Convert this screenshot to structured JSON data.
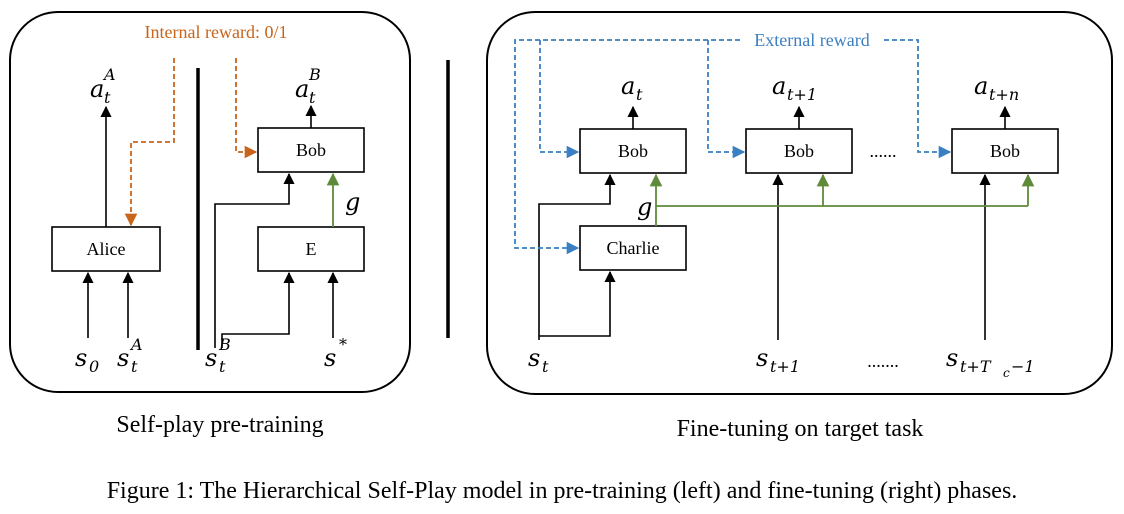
{
  "figure_caption": "Figure 1: The Hierarchical Self-Play model in pre-training (left) and fine-tuning (right) phases.",
  "left_panel": {
    "caption": "Self-play pre-training",
    "reward_label": "Internal reward: 0/1",
    "boxes": {
      "alice": "Alice",
      "bob": "Bob",
      "e": "E"
    },
    "outputs": {
      "alice_action": "a",
      "alice_action_sub": "t",
      "alice_action_sup": "A",
      "bob_action": "a",
      "bob_action_sub": "t",
      "bob_action_sup": "B"
    },
    "inputs": {
      "s0": "s",
      "s0_sub": "0",
      "sA": "s",
      "sA_sub": "t",
      "sA_sup": "A",
      "sB": "s",
      "sB_sub": "t",
      "sB_sup": "B",
      "sstar": "s",
      "sstar_sup": "*"
    },
    "goal_label": "g"
  },
  "right_panel": {
    "caption": "Fine-tuning on target task",
    "reward_label": "External reward",
    "boxes": {
      "bob1": "Bob",
      "bob2": "Bob",
      "bob3": "Bob",
      "charlie": "Charlie"
    },
    "outputs": {
      "a1": "a",
      "a1_sub": "t",
      "a2": "a",
      "a2_sub": "t+1",
      "a3": "a",
      "a3_sub": "t+n"
    },
    "inputs": {
      "s1": "s",
      "s1_sub": "t",
      "s2": "s",
      "s2_sub": "t+1",
      "s3": "s",
      "s3_sub": "t+T",
      "s3_subsub": "c",
      "s3_tail": "−1"
    },
    "goal_label": "g",
    "dots_top": "......",
    "dots_bottom": "......."
  },
  "colors": {
    "internal_reward": "#c8651b",
    "external_reward": "#3a7fc1",
    "goal": "#5f8a3a",
    "lines": "#000000"
  }
}
